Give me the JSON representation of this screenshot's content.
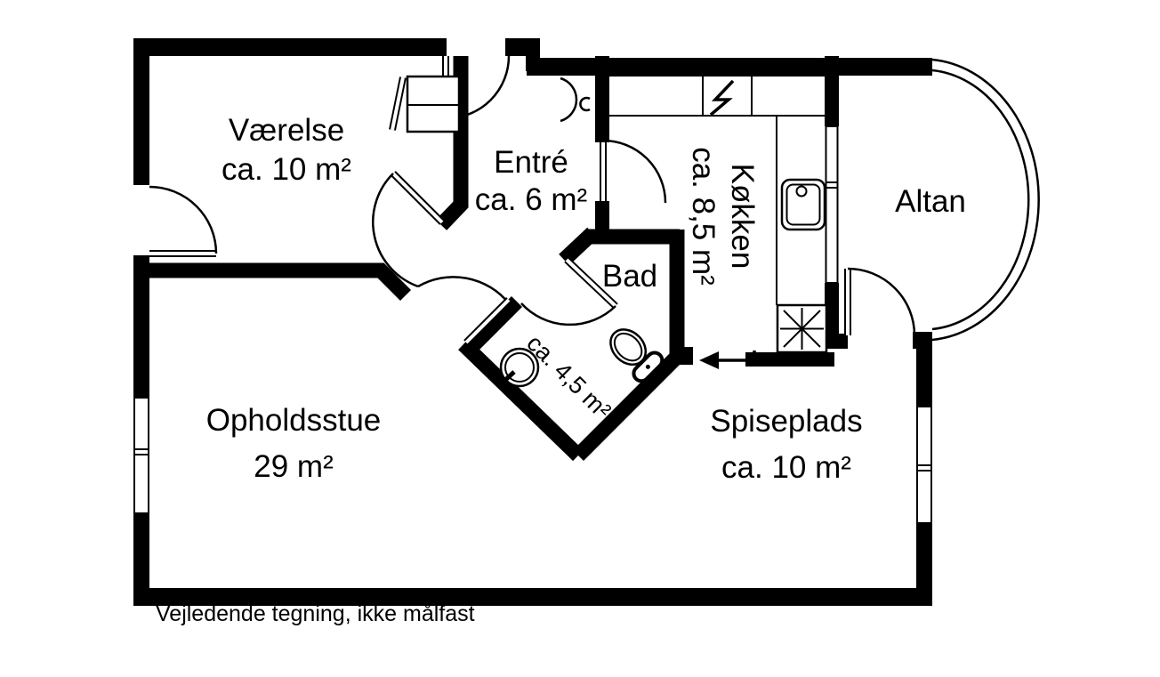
{
  "plan": {
    "title": "Apartment floor plan",
    "rooms": [
      {
        "id": "vaerelse",
        "name": "Værelse",
        "area": "ca. 10 m²"
      },
      {
        "id": "entre",
        "name": "Entré",
        "area": "ca. 6 m²"
      },
      {
        "id": "kokken",
        "name": "Køkken",
        "area": "ca. 8,5 m²"
      },
      {
        "id": "altan",
        "name": "Altan",
        "area": ""
      },
      {
        "id": "bad",
        "name": "Bad",
        "area": "ca. 4,5 m²"
      },
      {
        "id": "opholdsstue",
        "name": "Opholdsstue",
        "area": "29 m²"
      },
      {
        "id": "spiseplads",
        "name": "Spiseplads",
        "area": "ca. 10 m²"
      }
    ],
    "footnote": "Vejledende tegning, ikke målfast",
    "colors": {
      "wall": "#000000",
      "background": "#ffffff",
      "line": "#000000"
    },
    "symbols": [
      "wardrobe-icon",
      "entrance-door-icon",
      "doorbell-icon",
      "electrical-panel-icon",
      "kitchen-sink-icon",
      "stove-hob-icon",
      "washbasin-icon",
      "toilet-icon",
      "balcony-railing-icon",
      "window-icon",
      "door-arc-icon",
      "passage-arrow-icon"
    ]
  }
}
